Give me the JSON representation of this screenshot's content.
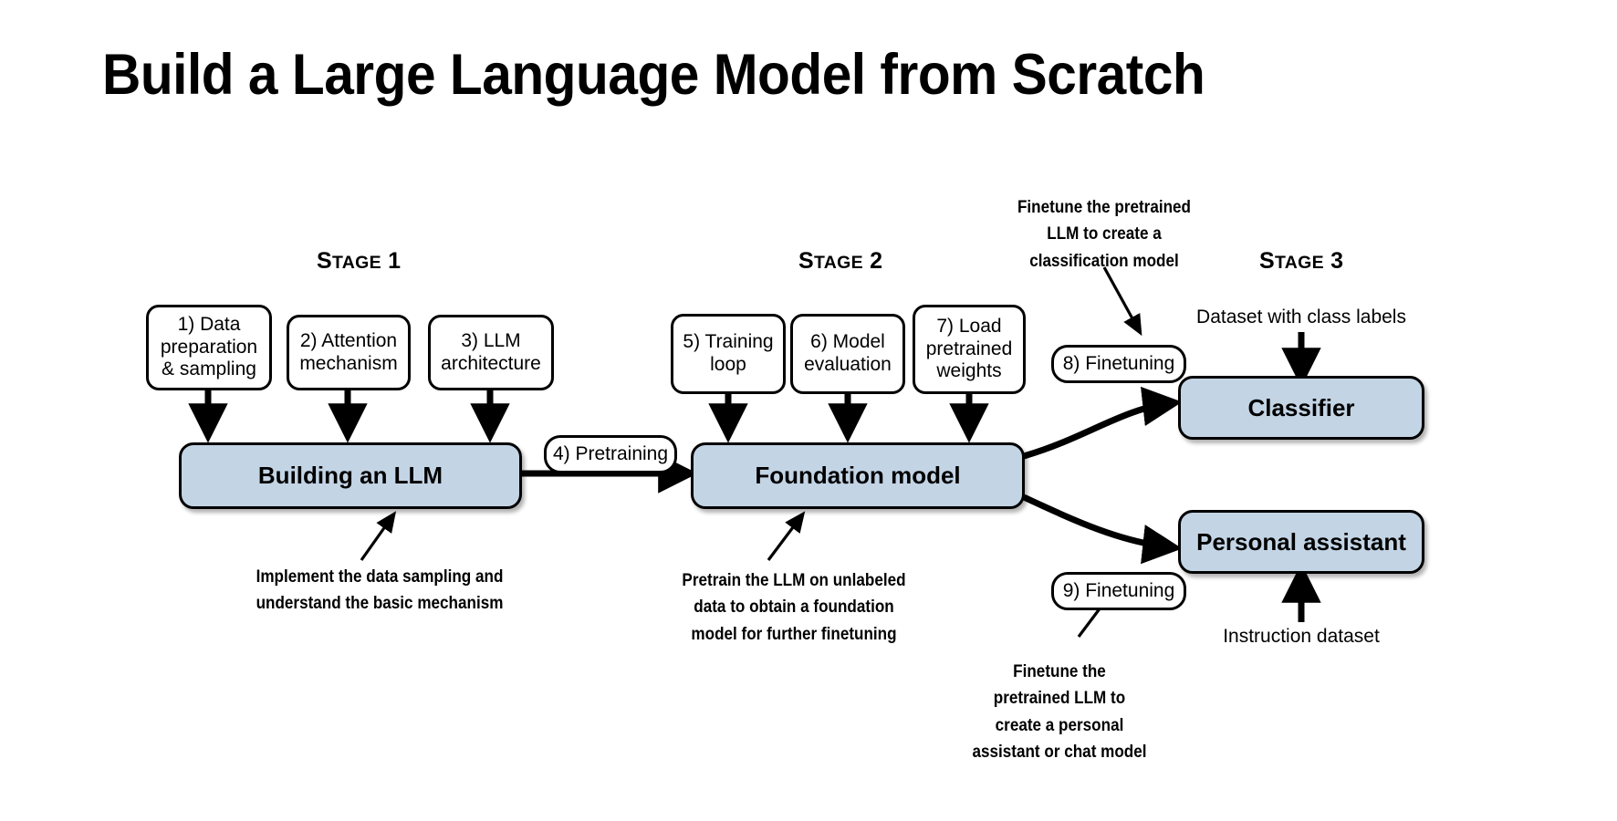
{
  "page": {
    "title": "Build a Large Language Model from Scratch",
    "background": "#ffffff",
    "accent_blue": "#c3d4e5",
    "stroke": "#000000"
  },
  "stages": [
    {
      "id": "stage-1",
      "first": "S",
      "rest": "TAGE",
      "number": " 1"
    },
    {
      "id": "stage-2",
      "first": "S",
      "rest": "TAGE",
      "number": " 2"
    },
    {
      "id": "stage-3",
      "first": "S",
      "rest": "TAGE",
      "number": " 3"
    }
  ],
  "step_boxes": [
    {
      "id": "step-1",
      "label": "1) Data\npreparation\n& sampling"
    },
    {
      "id": "step-2",
      "label": "2) Attention\nmechanism"
    },
    {
      "id": "step-3",
      "label": "3) LLM\narchitecture"
    },
    {
      "id": "step-5",
      "label": "5) Training\nloop"
    },
    {
      "id": "step-6",
      "label": "6) Model\nevaluation"
    },
    {
      "id": "step-7",
      "label": "7) Load\npretrained\nweights"
    }
  ],
  "pill_boxes": [
    {
      "id": "step-4",
      "label": "4) Pretraining"
    },
    {
      "id": "step-8",
      "label": "8) Finetuning"
    },
    {
      "id": "step-9",
      "label": "9) Finetuning"
    }
  ],
  "outcome_boxes": [
    {
      "id": "building-an-llm",
      "label": "Building an LLM"
    },
    {
      "id": "foundation-model",
      "label": "Foundation model"
    },
    {
      "id": "classifier",
      "label": "Classifier"
    },
    {
      "id": "personal-assistant",
      "label": "Personal assistant"
    }
  ],
  "annotations": [
    {
      "id": "annot-building-llm",
      "text": "Implement the data sampling and\nunderstand the basic mechanism"
    },
    {
      "id": "annot-foundation",
      "text": "Pretrain the LLM on unlabeled\ndata to obtain a foundation\nmodel for further finetuning"
    },
    {
      "id": "annot-classifier",
      "text": "Finetune the pretrained\nLLM to create a\nclassification model"
    },
    {
      "id": "annot-assistant",
      "text": "Finetune the\npretrained LLM to\ncreate a personal\nassistant or chat model"
    }
  ],
  "captions": [
    {
      "id": "caption-class-labels",
      "text": "Dataset with class labels"
    },
    {
      "id": "caption-instruction-data",
      "text": "Instruction dataset"
    }
  ]
}
